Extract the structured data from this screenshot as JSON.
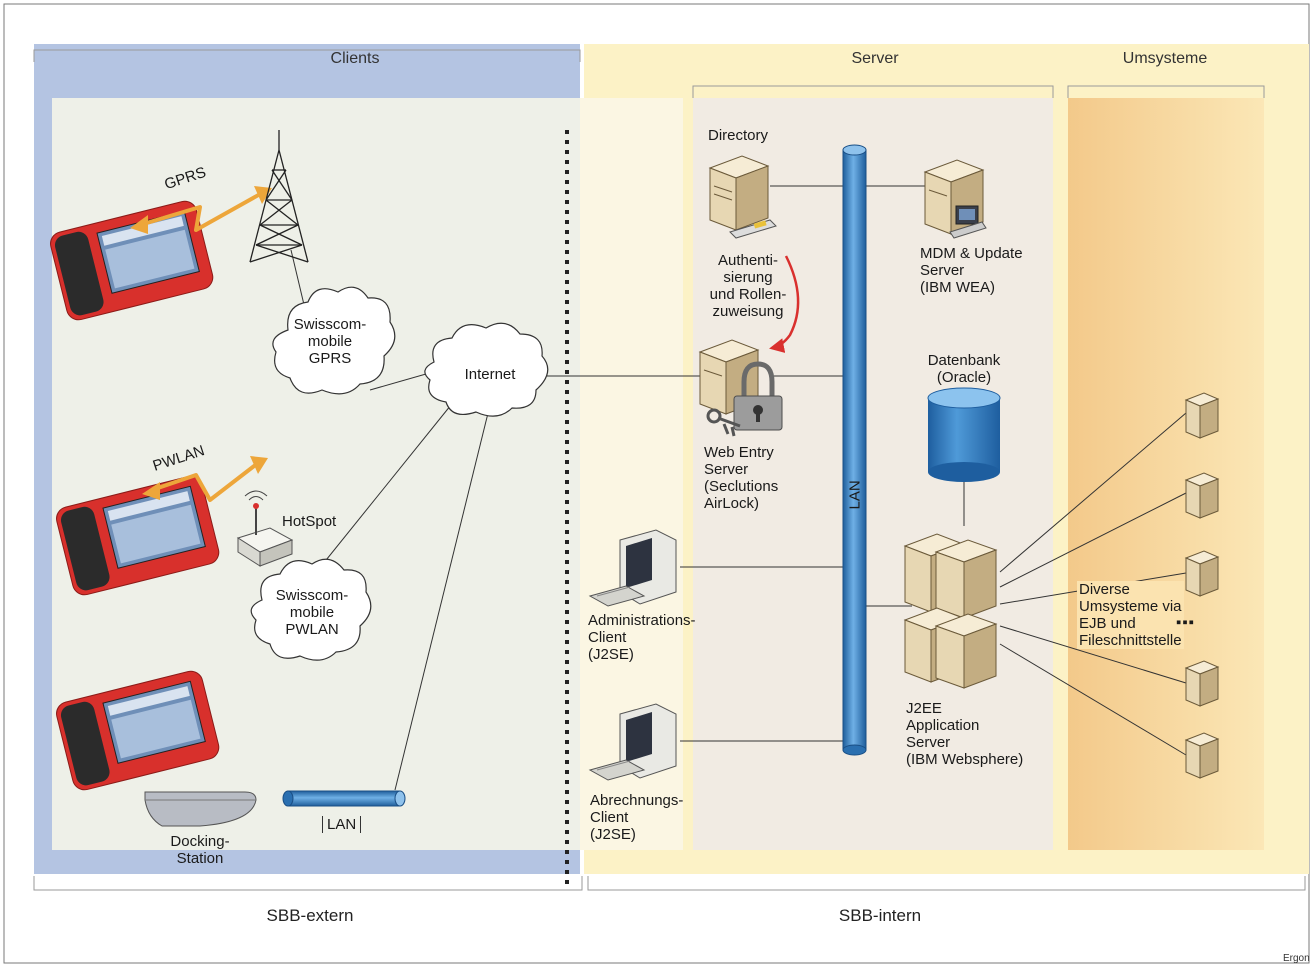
{
  "sections": {
    "clients": "Clients",
    "server": "Server",
    "umsysteme": "Umsysteme"
  },
  "footer": {
    "extern": "SBB-extern",
    "intern": "SBB-intern",
    "credit": "Ergon"
  },
  "labels": {
    "gprs": "GPRS",
    "pwlan": "PWLAN",
    "hotspot": "HotSpot",
    "cloud_gprs": [
      "Swisscom-",
      "mobile",
      "GPRS"
    ],
    "cloud_pwlan": [
      "Swisscom-",
      "mobile",
      "PWLAN"
    ],
    "internet": "Internet",
    "lan_small": "LAN",
    "docking": [
      "Docking-",
      "Station"
    ],
    "directory": "Directory",
    "auth": [
      "Authenti-",
      "sierung",
      "und Rollen-",
      "zuweisung"
    ],
    "web_entry": [
      "Web Entry",
      "Server",
      "(Seclutions",
      "AirLock)"
    ],
    "lan_main": "LAN",
    "mdm": [
      "MDM & Update",
      "Server",
      "(IBM WEA)"
    ],
    "datenbank": [
      "Datenbank",
      "(Oracle)"
    ],
    "admin_client": [
      "Administrations-",
      "Client",
      "(J2SE)"
    ],
    "abrechnung_client": [
      "Abrechnungs-",
      "Client",
      "(J2SE)"
    ],
    "j2ee": [
      "J2EE",
      "Application",
      "Server",
      "(IBM Websphere)"
    ],
    "diverse": [
      "Diverse",
      "Umsysteme via",
      "EJB und",
      "Fileschnittstelle"
    ],
    "ellipsis": "▪▪▪"
  },
  "colors": {
    "clients_panel": "#b4c4e2",
    "server_panel": "#fcf2c6",
    "umsysteme_panel": "#f6d49e",
    "lan": "#3b84c6",
    "device_red": "#d8302c",
    "arrow_orange": "#eda63a",
    "arrow_red": "#d9302e"
  }
}
